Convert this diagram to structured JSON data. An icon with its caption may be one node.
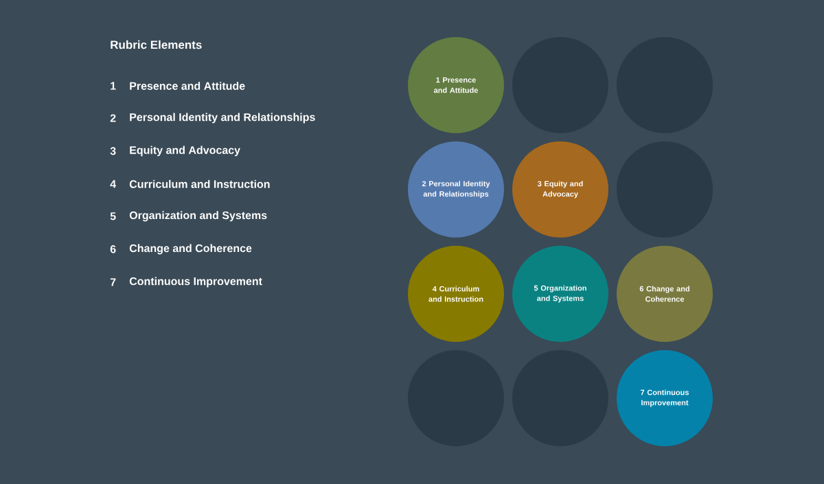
{
  "diagram": {
    "title": "Rubric Elements",
    "nodes": [
      {
        "text": [
          "1 Presence and Attitude"
        ]
      },
      {
        "text": [],
        "shape": "circle"
      },
      {
        "text": [],
        "shape": "circle"
      },
      {
        "text": [
          "2 Personal Identity and Relationships"
        ]
      },
      {
        "text": [
          "3 Equity and Advocacy"
        ]
      },
      {
        "text": [],
        "shape": "circle"
      },
      {
        "text": [
          "4 Curriculum and Instruction"
        ]
      },
      {
        "text": [
          "5 Organization and Systems"
        ]
      },
      {
        "text": [
          "6 Change and Coherence"
        ]
      },
      {
        "text": [],
        "shape": "circle"
      },
      {
        "text": [],
        "shape": "circle"
      },
      {
        "text": [
          "7 Continuous Improvement"
        ]
      }
    ],
    "edges": [],
    "labels": [
      "1",
      "Presence and Attitude",
      "2",
      "Personal Identity and Relationships",
      "3",
      "Equity and Advocacy",
      "4",
      "Curriculum and Instruction",
      "5",
      "Organization and Systems",
      "6",
      "Change and Coherence",
      "7",
      "Continuous Improvement"
    ]
  }
}
